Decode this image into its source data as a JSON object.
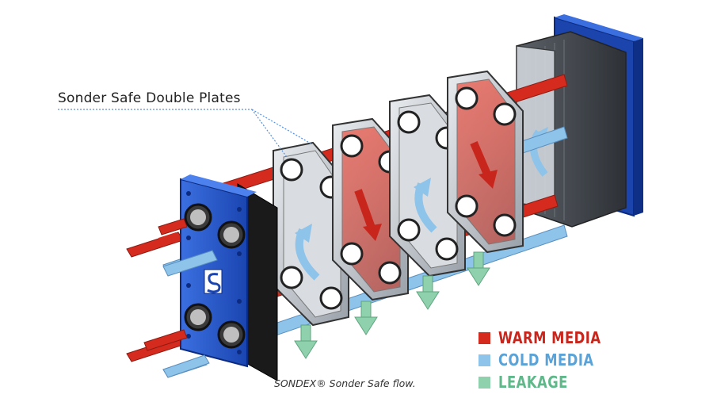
{
  "callout": {
    "label": "Sonder Safe Double Plates"
  },
  "caption": "SONDEX® Sonder Safe flow.",
  "legend": [
    {
      "key": "warm",
      "label": "WARM MEDIA",
      "color": "#d42b1e",
      "text_color": "#c8261c"
    },
    {
      "key": "cold",
      "label": "COLD MEDIA",
      "color": "#8ec3ea",
      "text_color": "#5aa3d8"
    },
    {
      "key": "leak",
      "label": "LEAKAGE",
      "color": "#8fd0ad",
      "text_color": "#5fb88a"
    }
  ],
  "colors": {
    "frame_blue": "#2457c9",
    "frame_dark": "#0f2e86",
    "plate_gray": "#c7ccd2",
    "plate_dark": "#4a4f56",
    "gasket": "#2a2a2a"
  },
  "icons": {
    "logo": "sondex-s-logo"
  }
}
